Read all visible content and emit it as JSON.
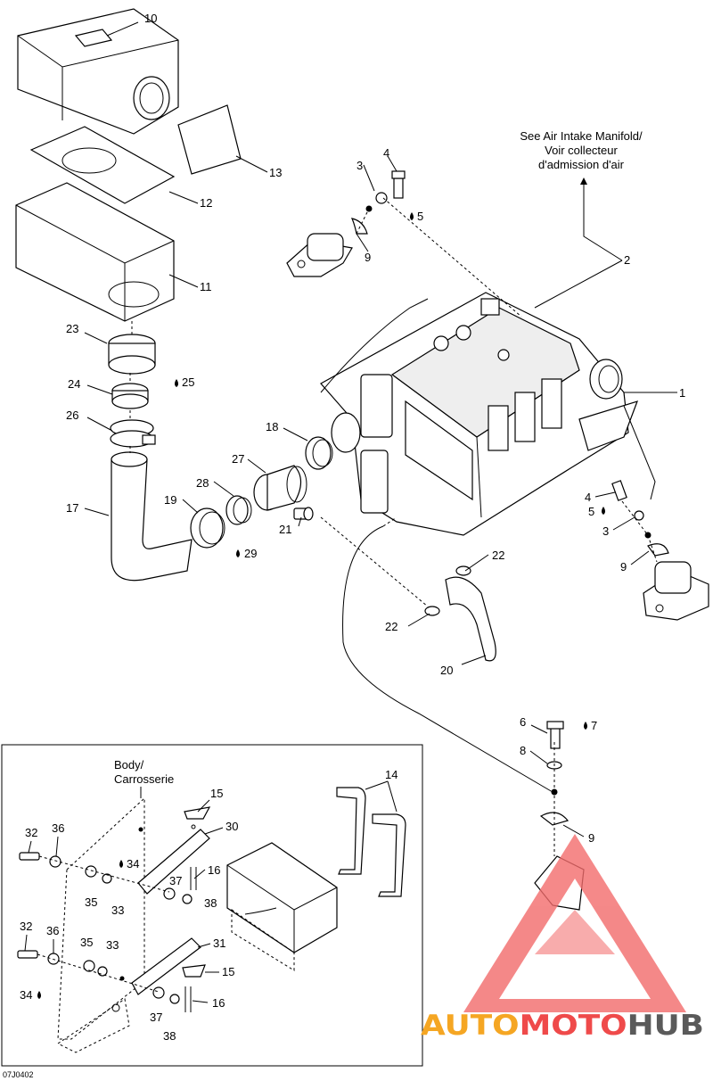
{
  "diagram": {
    "image_code": "07J0402",
    "notes": {
      "air_intake": [
        "See Air Intake Manifold/",
        "Voir collecteur",
        "d'admission d'air"
      ],
      "body": [
        "Body/",
        "Carrosserie"
      ]
    },
    "callouts": {
      "c1": "1",
      "c2": "2",
      "c3a": "3",
      "c3b": "3",
      "c4a": "4",
      "c4b": "4",
      "c5a": "5",
      "c5b": "5",
      "c6": "6",
      "c7": "7",
      "c8": "8",
      "c9a": "9",
      "c9b": "9",
      "c9c": "9",
      "c10": "10",
      "c11": "11",
      "c12": "12",
      "c13": "13",
      "c14": "14",
      "c15a": "15",
      "c15b": "15",
      "c16a": "16",
      "c16b": "16",
      "c17": "17",
      "c18": "18",
      "c19": "19",
      "c20": "20",
      "c21": "21",
      "c22a": "22",
      "c22b": "22",
      "c23": "23",
      "c24": "24",
      "c25": "25",
      "c26": "26",
      "c27": "27",
      "c28": "28",
      "c29": "29",
      "c30": "30",
      "c31": "31",
      "c32a": "32",
      "c32b": "32",
      "c33a": "33",
      "c33b": "33",
      "c34a": "34",
      "c34b": "34",
      "c35a": "35",
      "c35b": "35",
      "c36a": "36",
      "c36b": "36",
      "c37a": "37",
      "c37b": "37",
      "c38a": "38",
      "c38b": "38"
    },
    "icons": {
      "drop": "drop-icon",
      "bullet": "bullet-dot-icon"
    }
  },
  "watermark": {
    "part1": "AUTO",
    "part2": "MOTO",
    "part3": "HUB",
    "colors": {
      "orange": "#f5a623",
      "red": "#ef4a4a",
      "dark": "#5a5a5a",
      "triangle": "#f26b6b"
    }
  }
}
